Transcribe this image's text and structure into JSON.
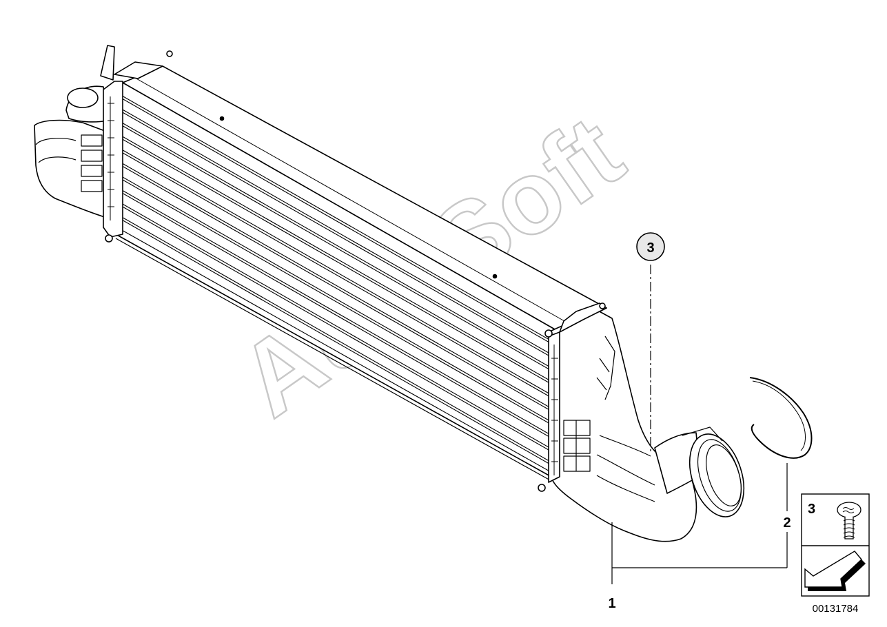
{
  "watermark": "AutoSoft",
  "callouts": {
    "part1": "1",
    "part2": "2",
    "part3": "3",
    "legend_part3": "3"
  },
  "document_number": "00131784",
  "icons": [
    "screw-icon",
    "direction-arrow-icon"
  ]
}
